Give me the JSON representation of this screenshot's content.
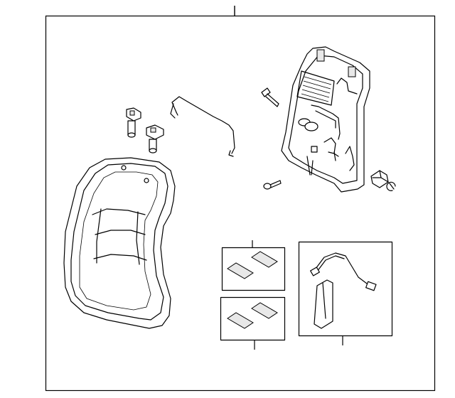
{
  "diagram": {
    "style": "exploded parts illustration",
    "line_color": "#000000",
    "background": "#ffffff",
    "parts": [
      {
        "id": "frame",
        "icon": "seat-back-frame-icon"
      },
      {
        "id": "headrest-guides",
        "icon": "headrest-guide-icon",
        "count": 2
      },
      {
        "id": "wire-rod",
        "icon": "wire-rod-icon"
      },
      {
        "id": "bolt",
        "icon": "bolt-icon"
      },
      {
        "id": "screw",
        "icon": "screw-icon"
      },
      {
        "id": "knob",
        "icon": "knob-icon"
      },
      {
        "id": "clip",
        "icon": "clip-icon"
      },
      {
        "id": "seat-back-pad",
        "icon": "seat-back-cushion-icon"
      },
      {
        "id": "pad-kit-upper",
        "icon": "pad-pair-icon"
      },
      {
        "id": "pad-kit-lower",
        "icon": "pad-pair-icon"
      },
      {
        "id": "sensor-harness",
        "icon": "sensor-with-harness-icon"
      }
    ]
  }
}
